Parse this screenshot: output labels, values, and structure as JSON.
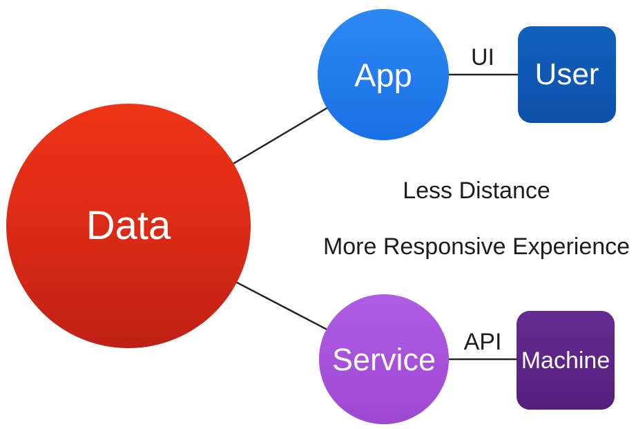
{
  "diagram": {
    "background_color": "#ffffff",
    "line_color": "#232323",
    "text_color": "#1d1d1d",
    "nodes": {
      "data": {
        "label": "Data",
        "shape": "circle",
        "color": "#d92a16",
        "text_color": "#ffffff"
      },
      "app": {
        "label": "App",
        "shape": "circle",
        "color": "#2080f0",
        "text_color": "#ffffff"
      },
      "user": {
        "label": "User",
        "shape": "rounded-square",
        "color": "#0f57b4",
        "text_color": "#ffffff"
      },
      "service": {
        "label": "Service",
        "shape": "circle",
        "color": "#a651da",
        "text_color": "#ffffff"
      },
      "machine": {
        "label": "Machine",
        "shape": "rounded-square",
        "color": "#5c2488",
        "text_color": "#ffffff"
      }
    },
    "edges": {
      "data_app": {
        "from": "Data",
        "to": "App",
        "label": ""
      },
      "data_service": {
        "from": "Data",
        "to": "Service",
        "label": ""
      },
      "app_user": {
        "from": "App",
        "to": "User",
        "label": "UI"
      },
      "service_machine": {
        "from": "Service",
        "to": "Machine",
        "label": "API"
      }
    },
    "annotations": {
      "line1": "Less Distance",
      "line2": "More Responsive Experience"
    }
  }
}
